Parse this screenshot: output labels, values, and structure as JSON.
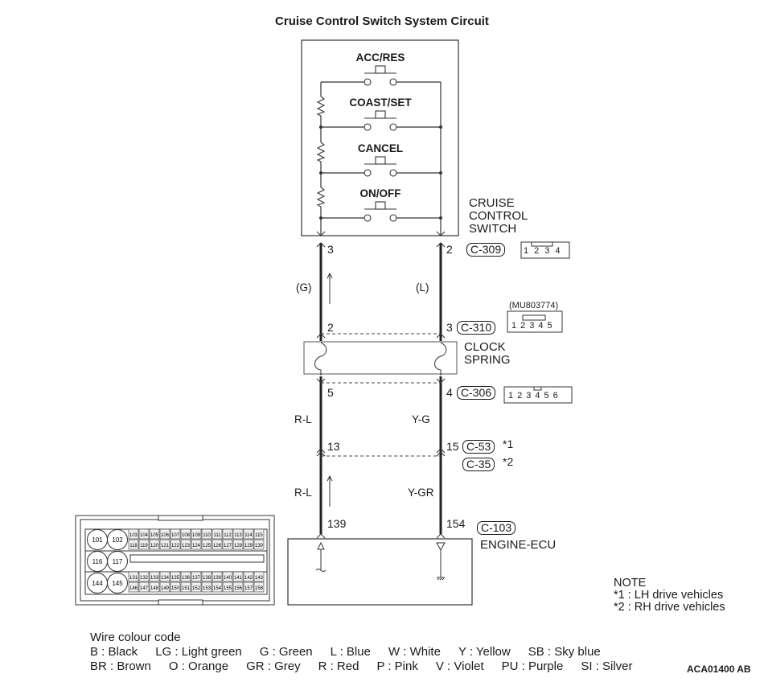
{
  "title": "Cruise Control Switch System Circuit",
  "switch_unit": {
    "label_lines": [
      "CRUISE",
      "CONTROL",
      "SWITCH"
    ],
    "switches": [
      "ACC/RES",
      "COAST/SET",
      "CANCEL",
      "ON/OFF"
    ]
  },
  "connectors": {
    "c309": {
      "id": "C-309",
      "left_pin": "3",
      "right_pin": "2",
      "pins": [
        "1",
        "2",
        "3",
        "4"
      ]
    },
    "c310": {
      "id": "C-310",
      "part_no": "(MU803774)",
      "left_pin": "2",
      "right_pin": "3",
      "pins": [
        "1",
        "2",
        "3",
        "4",
        "5"
      ]
    },
    "c306": {
      "id": "C-306",
      "left_pin": "5",
      "right_pin": "4",
      "pins": [
        "1",
        "2",
        "3",
        "4",
        "5",
        "6"
      ]
    },
    "c53": {
      "id": "C-53",
      "mark": "*1",
      "left_pin": "13",
      "right_pin": "15"
    },
    "c35": {
      "id": "C-35",
      "mark": "*2"
    },
    "c103": {
      "id": "C-103",
      "left_pin": "139",
      "right_pin": "154"
    }
  },
  "clock_spring": {
    "label_lines": [
      "CLOCK",
      "SPRING"
    ]
  },
  "engine_ecu": {
    "label": "ENGINE-ECU"
  },
  "wires": {
    "left_upper": "(G)",
    "right_upper": "(L)",
    "left_mid": "R-L",
    "right_mid": "Y-G",
    "left_lower": "R-L",
    "right_lower": "Y-GR"
  },
  "ecu_connector": {
    "large_pins": [
      "101",
      "102",
      "116",
      "117",
      "144",
      "145"
    ],
    "rows": [
      [
        "103",
        "104",
        "105",
        "106",
        "107",
        "108",
        "109",
        "110",
        "111",
        "112",
        "113",
        "114",
        "115"
      ],
      [
        "118",
        "119",
        "120",
        "121",
        "122",
        "123",
        "124",
        "125",
        "126",
        "127",
        "128",
        "129",
        "130"
      ],
      [
        "131",
        "132",
        "133",
        "134",
        "135",
        "136",
        "137",
        "138",
        "139",
        "140",
        "141",
        "142",
        "143"
      ],
      [
        "146",
        "147",
        "148",
        "149",
        "150",
        "151",
        "152",
        "153",
        "154",
        "155",
        "156",
        "157",
        "158"
      ]
    ]
  },
  "note": {
    "heading": "NOTE",
    "items": [
      "*1 : LH drive vehicles",
      "*2 : RH drive vehicles"
    ]
  },
  "wire_colour_code": {
    "heading": "Wire colour code",
    "row1": [
      "B : Black",
      "LG : Light green",
      "G : Green",
      "L : Blue",
      "W : White",
      "Y : Yellow",
      "SB : Sky blue"
    ],
    "row2": [
      "BR : Brown",
      "O : Orange",
      "GR : Grey",
      "R : Red",
      "P : Pink",
      "V : Violet",
      "PU : Purple",
      "SI : Silver"
    ]
  },
  "figure_code": "ACA01400 AB"
}
